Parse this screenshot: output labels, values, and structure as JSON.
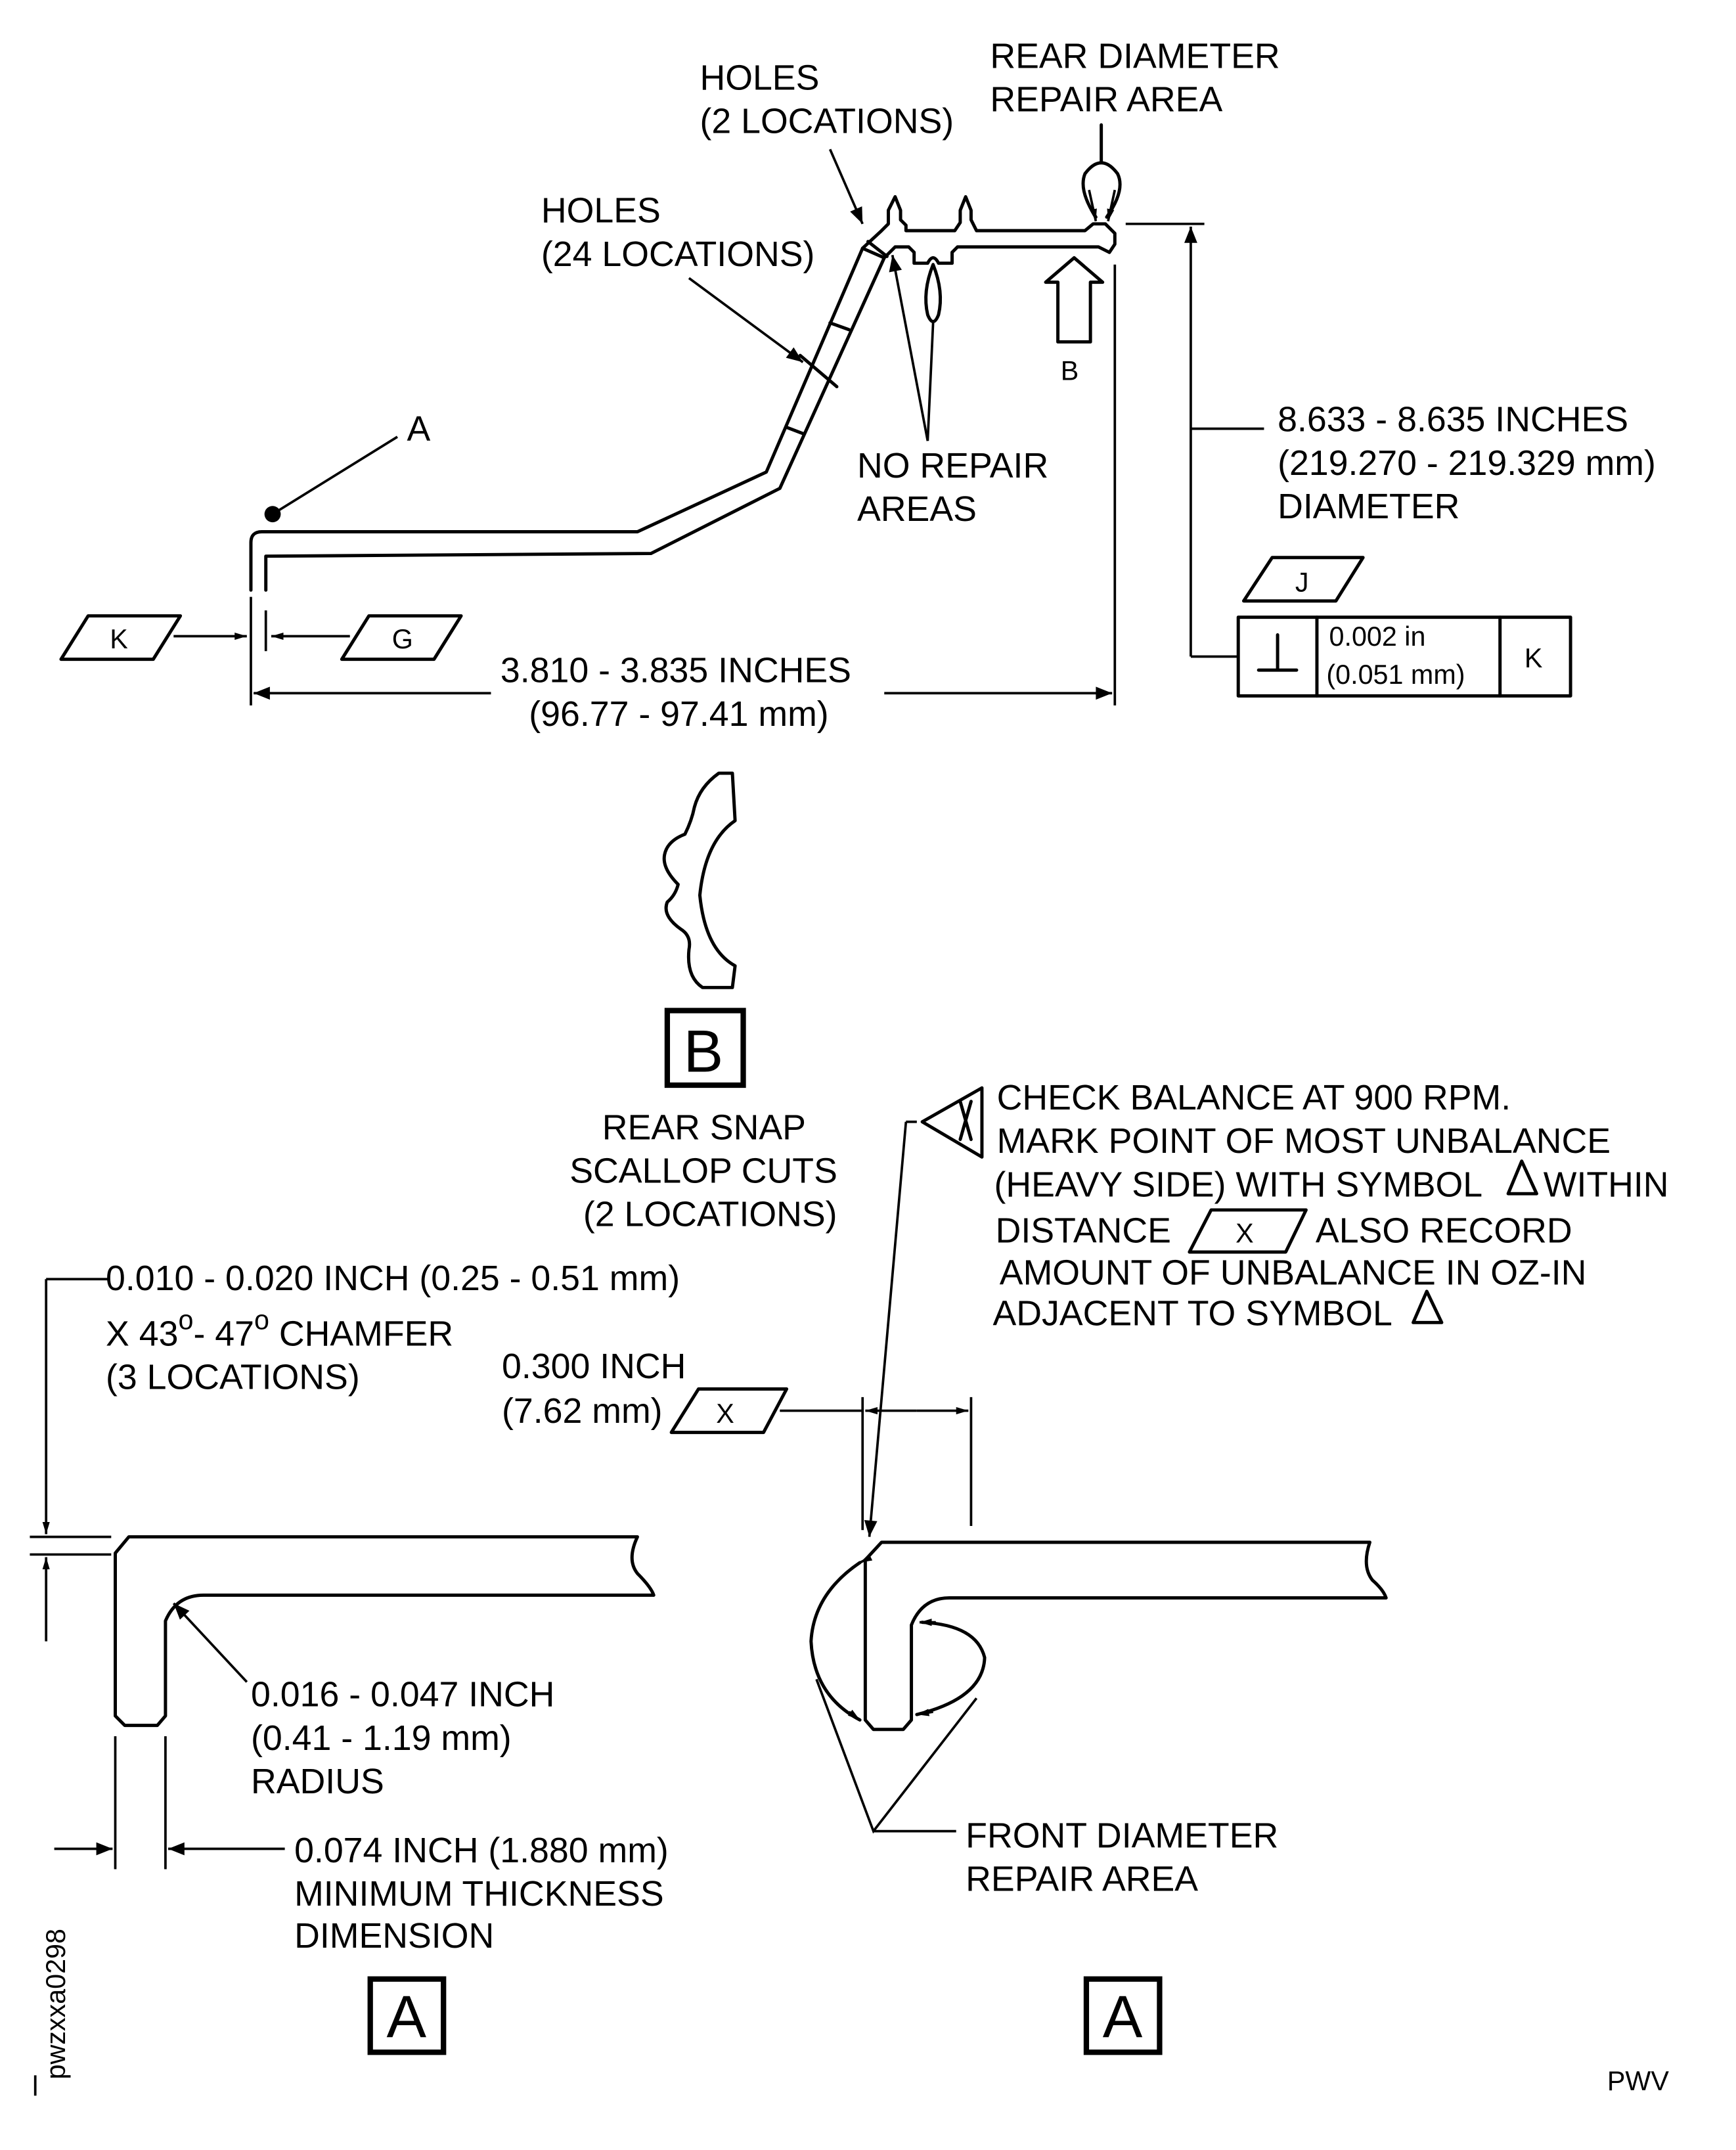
{
  "top_view": {
    "holes_2": [
      "HOLES",
      "(2 LOCATIONS)"
    ],
    "rear_repair": [
      "REAR DIAMETER",
      "REPAIR AREA"
    ],
    "holes_24": [
      "HOLES",
      "(24 LOCATIONS)"
    ],
    "point_a": "A",
    "view_b_arrow": "B",
    "no_repair": [
      "NO REPAIR",
      "AREAS"
    ],
    "diameter": [
      "8.633 - 8.635 INCHES",
      "(219.270 - 219.329 mm)",
      "DIAMETER"
    ],
    "datum_j": "J",
    "fcf": {
      "symbol": "⊥",
      "tolerance": [
        "0.002 in",
        "(0.051 mm)"
      ],
      "datum": "K"
    },
    "datum_k": "K",
    "datum_g": "G",
    "length": [
      "3.810 - 3.835 INCHES",
      "(96.77 - 97.41 mm)"
    ]
  },
  "view_b": {
    "label": "B",
    "caption": [
      "REAR SNAP",
      "SCALLOP CUTS",
      "(2 LOCATIONS)"
    ]
  },
  "view_a_left": {
    "chamfer": [
      "0.010 - 0.020 INCH (0.25 - 0.51 mm)",
      "X 43",
      "o",
      "- 47",
      "o",
      " CHAMFER",
      "(3 LOCATIONS)"
    ],
    "radius": [
      "0.016 - 0.047 INCH",
      "(0.41 - 1.19 mm)",
      "RADIUS"
    ],
    "thickness": [
      "0.074 INCH (1.880 mm)",
      "MINIMUM THICKNESS",
      "DIMENSION"
    ],
    "label": "A"
  },
  "view_a_right": {
    "distance": [
      "0.300 INCH",
      "(7.62 mm)"
    ],
    "datum_x": "X",
    "balance_note": [
      "CHECK BALANCE AT 900 RPM.",
      "MARK POINT OF MOST UNBALANCE",
      "(HEAVY SIDE) WITH SYMBOL",
      "WITHIN",
      "DISTANCE",
      "X",
      "ALSO RECORD",
      "AMOUNT OF UNBALANCE IN OZ-IN",
      "ADJACENT TO SYMBOL"
    ],
    "front_repair": [
      "FRONT DIAMETER",
      "REPAIR AREA"
    ],
    "label": "A"
  },
  "figure_id": "pwzxxa0298",
  "footer_code": "PWV"
}
